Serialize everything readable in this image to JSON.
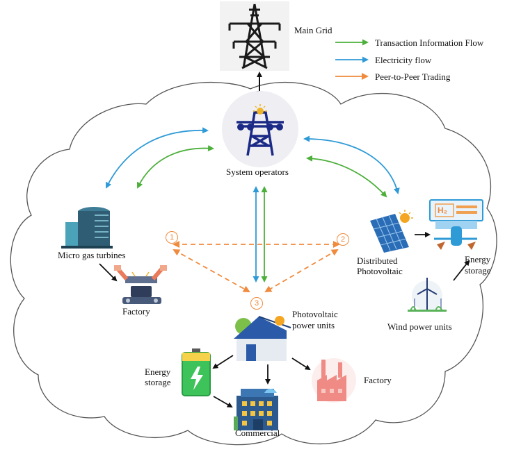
{
  "labels": {
    "main_grid": "Main Grid",
    "system_operators": "System operators",
    "micro_gas_turbines": "Micro gas turbines",
    "factory_left": "Factory",
    "distributed_pv_line1": "Distributed",
    "distributed_pv_line2": "Photovoltaic",
    "energy_storage_right_line1": "Energy",
    "energy_storage_right_line2": "storage",
    "wind_power_units": "Wind power units",
    "pv_power_units_line1": "Photovoltaic",
    "pv_power_units_line2": "power units",
    "energy_storage_left_line1": "Energy",
    "energy_storage_left_line2": "storage",
    "factory_right": "Factory",
    "commercial": "Commercial",
    "h2": "H₂"
  },
  "legend": {
    "items": [
      {
        "label": "Transaction Information Flow",
        "color": "#4caf3a"
      },
      {
        "label": "Electricity flow",
        "color": "#2e9ad6"
      },
      {
        "label": "Peer-to-Peer Trading",
        "color": "#f08a3c"
      }
    ]
  },
  "nodes": {
    "n1": "1",
    "n2": "2",
    "n3": "3"
  },
  "colors": {
    "green": "#4caf3a",
    "blue": "#2e9ad6",
    "orange": "#f08a3c",
    "cloud": "#555555"
  }
}
